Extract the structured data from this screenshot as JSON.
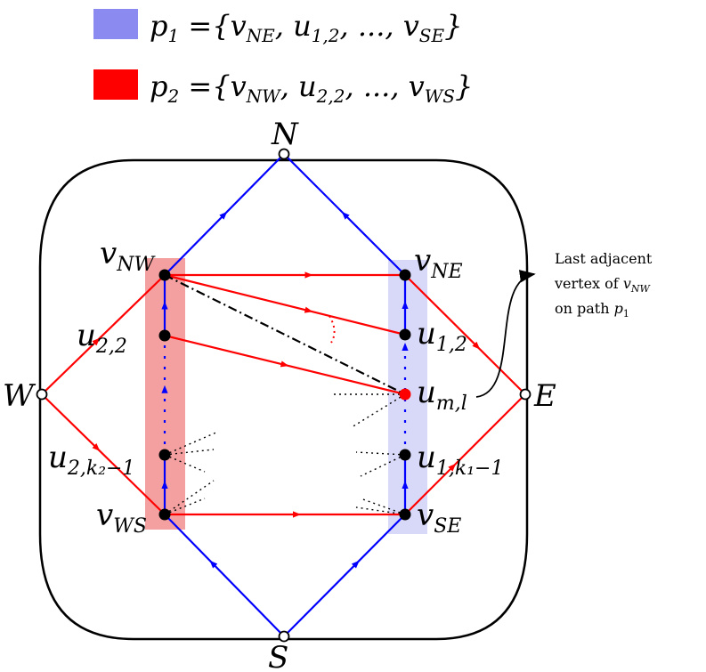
{
  "colors": {
    "blue": "#0000ff",
    "red": "#ff0000",
    "blue_highlight": "#d8d8f8",
    "red_highlight": "#f4a0a0",
    "legend_blue": "#8a8af0",
    "legend_red": "#ff0000",
    "black": "#000000"
  },
  "legend": [
    {
      "color": "legend_blue",
      "segments": [
        {
          "t": "p"
        },
        {
          "t": "1",
          "sub": true
        },
        {
          "t": " ={v",
          "up": true
        },
        {
          "t": "NE",
          "sub": true
        },
        {
          "t": ", u"
        },
        {
          "t": "1,2",
          "sub": true
        },
        {
          "t": ", ..., v"
        },
        {
          "t": "SE",
          "sub": true
        },
        {
          "t": "}"
        }
      ]
    },
    {
      "color": "legend_red",
      "segments": [
        {
          "t": "p"
        },
        {
          "t": "2",
          "sub": true
        },
        {
          "t": " ={v"
        },
        {
          "t": "NW",
          "sub": true
        },
        {
          "t": ", u"
        },
        {
          "t": "2,2",
          "sub": true
        },
        {
          "t": ", ..., v"
        },
        {
          "t": "WS",
          "sub": true
        },
        {
          "t": "}"
        }
      ]
    }
  ],
  "vertices": {
    "N": {
      "main": "N",
      "sub": ""
    },
    "S": {
      "main": "S",
      "sub": ""
    },
    "W": {
      "main": "W",
      "sub": ""
    },
    "E": {
      "main": "E",
      "sub": ""
    },
    "vNW": {
      "main": "v",
      "sub": "NW"
    },
    "u22": {
      "main": "u",
      "sub": "2,2"
    },
    "u2k": {
      "main": "u",
      "sub": "2,k₂−1"
    },
    "vWS": {
      "main": "v",
      "sub": "WS"
    },
    "vNE": {
      "main": "v",
      "sub": "NE"
    },
    "u12": {
      "main": "u",
      "sub": "1,2"
    },
    "uml": {
      "main": "u",
      "sub": "m,l"
    },
    "u1k": {
      "main": "u",
      "sub": "1,k₁−1"
    },
    "vSE": {
      "main": "v",
      "sub": "SE"
    }
  },
  "annotation": {
    "line1": "Last adjacent",
    "line2_text": "vertex of ",
    "line2_math": "v",
    "line2_sub": "NW",
    "line3_text": "on path ",
    "line3_math": "p",
    "line3_sub": "1"
  }
}
